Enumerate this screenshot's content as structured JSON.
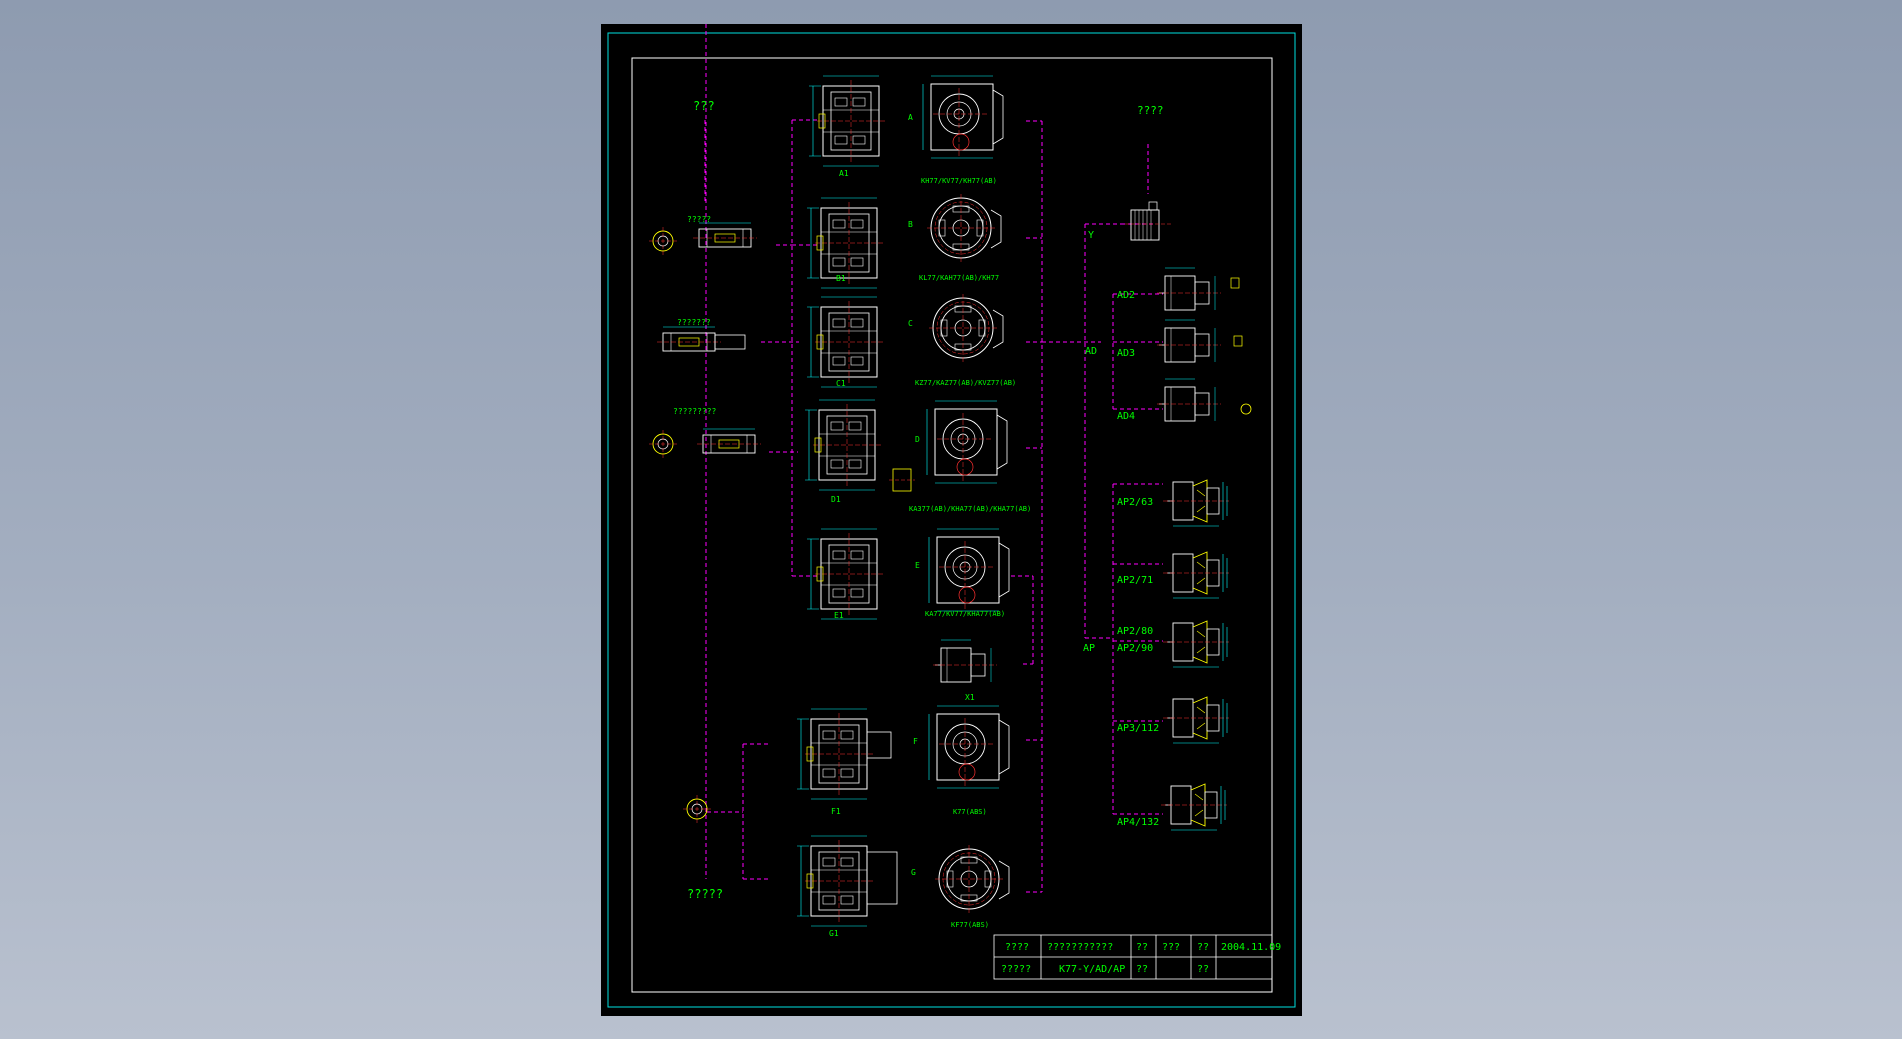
{
  "colors": {
    "background": "#000000",
    "frame": "#00e0e0",
    "label": "#00ff00",
    "leader": "#ff00ff",
    "part": "#ffffff",
    "dim": "#00ffff",
    "accent": "#ffff00",
    "center": "#ff3030"
  },
  "headings": {
    "left_top": "???",
    "left_bottom": "?????",
    "right_top": "????"
  },
  "shaft_labels": {
    "s1": "?????",
    "s2": "???????",
    "s3": "?????????"
  },
  "variant_labels": {
    "A1": "A1",
    "B1": "B1",
    "C1": "C1",
    "D1": "D1",
    "E1": "E1",
    "F1": "F1",
    "G1": "G1",
    "X1": "X1"
  },
  "position_letters": {
    "A": "A",
    "B": "B",
    "C": "C",
    "D": "D",
    "E": "E",
    "F": "F",
    "G": "G"
  },
  "model_captions": {
    "A": "KH77/KV77/KH77(AB)",
    "B": "KL77/KAH77(AB)/KH77",
    "C": "KZ77/KAZ77(AB)/KVZ77(AB)",
    "D": "KA377(AB)/KHA77(AB)/KHA77(AB)",
    "E": "KA77/KV77/KHA77(AB)",
    "F": "K77(ABS)",
    "G": "KF77(ABS)"
  },
  "adapter_labels": {
    "Y": "Y",
    "AD": "AD",
    "AD2": "AD2",
    "AD3": "AD3",
    "AD4": "AD4",
    "AP": "AP",
    "AP2_63": "AP2/63",
    "AP2_71": "AP2/71",
    "AP2_80": "AP2/80",
    "AP2_90": "AP2/90",
    "AP3_112": "AP3/112",
    "AP4_132": "AP4/132"
  },
  "title_block": {
    "r1c1": "????",
    "r1c2": "???????????",
    "r1c3": "??",
    "r1c4": "???",
    "r1c5": "??",
    "date": "2004.11.09",
    "r2c1": "?????",
    "drawing_no": "K77-Y/AD/AP",
    "r2c3": "??",
    "r2c5": "??"
  }
}
